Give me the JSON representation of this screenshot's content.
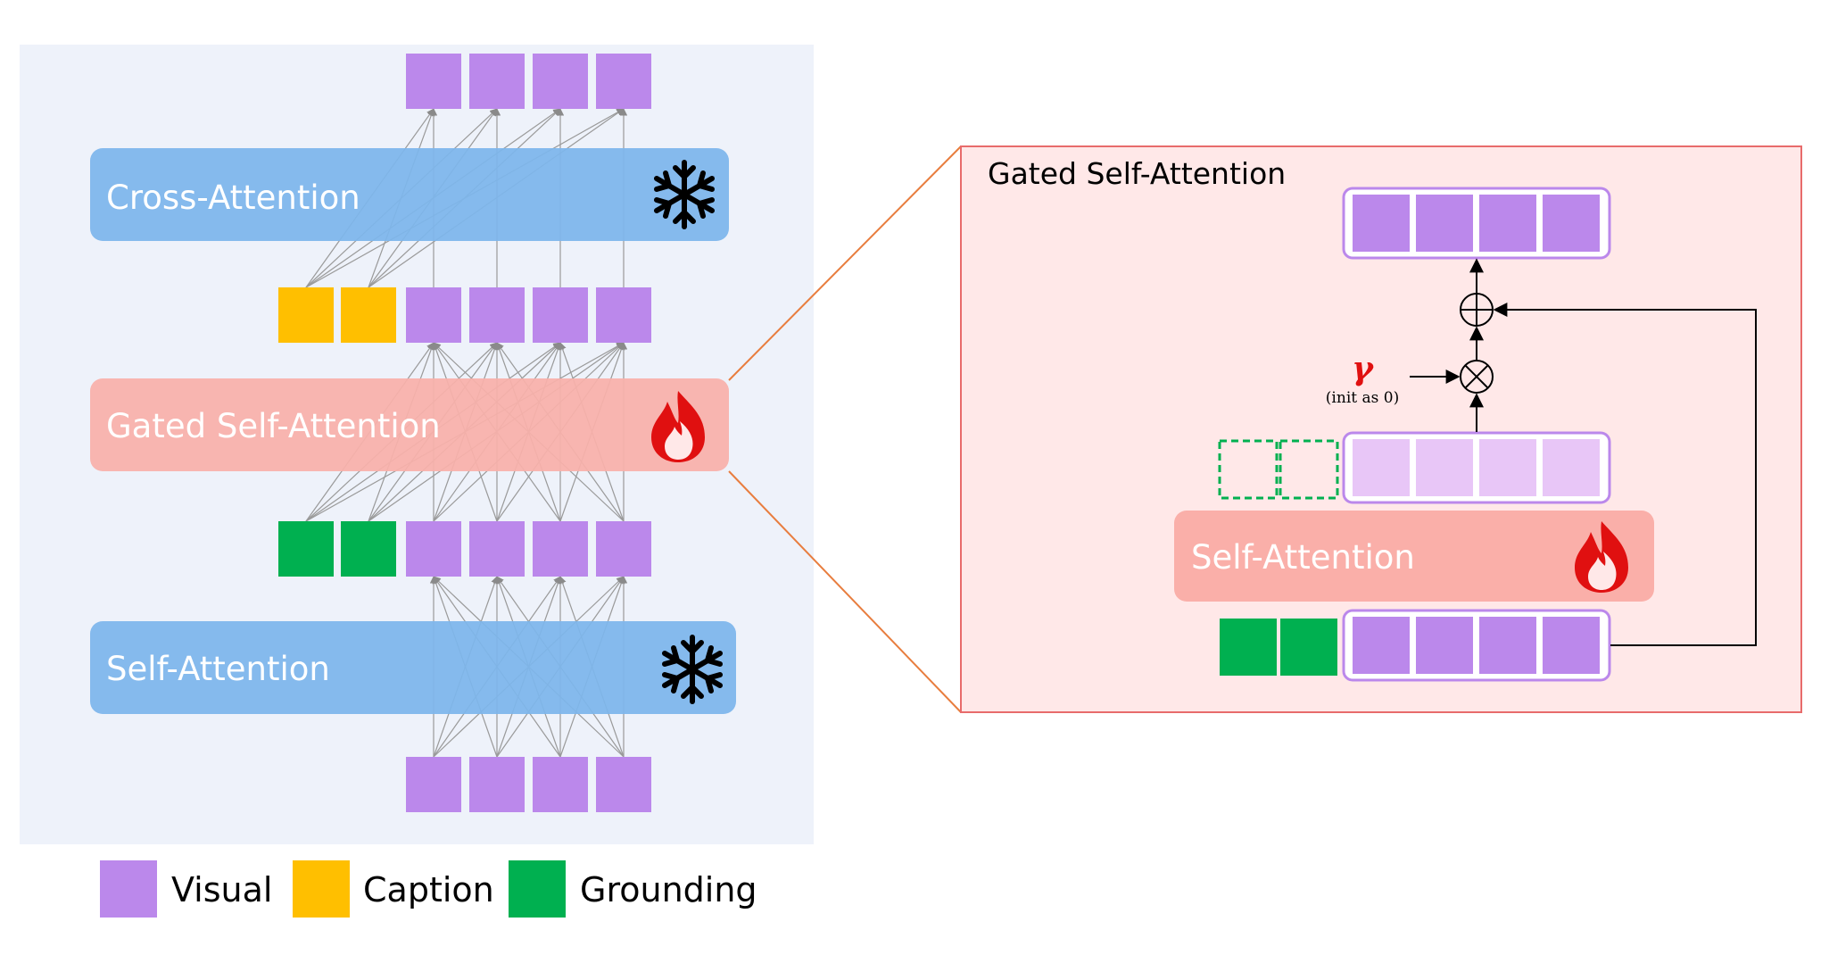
{
  "colors": {
    "visual": "#BB88EB",
    "caption": "#FFBF00",
    "grounding": "#00B050",
    "panel_bg": "#EEF2FA",
    "blue_block": "#7DB6EC",
    "red_block": "#F9B0AA",
    "detail_bg": "#FFE8E8",
    "detail_border": "#E86B6B",
    "gamma": "#E01010"
  },
  "left": {
    "cross_attention": {
      "label": "Cross-Attention",
      "icon": "snowflake-icon"
    },
    "gated_self_attention": {
      "label": "Gated Self-Attention",
      "icon": "fire-icon"
    },
    "self_attention": {
      "label": "Self-Attention",
      "icon": "snowflake-icon"
    }
  },
  "right": {
    "title": "Gated Self-Attention",
    "self_attention": {
      "label": "Self-Attention",
      "icon": "fire-icon"
    },
    "gamma_symbol": "γ",
    "gamma_note": "(init as 0)"
  },
  "legend": [
    {
      "label": "Visual",
      "color": "#BB88EB"
    },
    {
      "label": "Caption",
      "color": "#FFBF00"
    },
    {
      "label": "Grounding",
      "color": "#00B050"
    }
  ]
}
